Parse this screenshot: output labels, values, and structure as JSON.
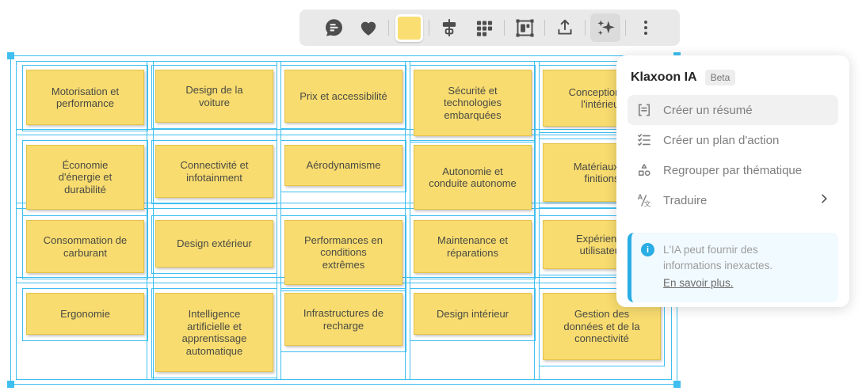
{
  "toolbar": {
    "buttons": [
      {
        "icon": "comments-icon"
      },
      {
        "icon": "like-heart-icon"
      },
      {
        "icon": "sticky-note-color-swatch",
        "selected_color": "#FADE71"
      },
      {
        "icon": "align-center-icon"
      },
      {
        "icon": "grid-arrange-icon"
      },
      {
        "icon": "frame-capture-icon"
      },
      {
        "icon": "export-upload-icon"
      },
      {
        "icon": "ai-sparkles-icon",
        "active": true
      },
      {
        "icon": "kebab-menu-icon"
      }
    ]
  },
  "canvas": {
    "notes": [
      "Motorisation et performance",
      "Design de la voiture",
      "Prix et accessibilité",
      "Sécurité et technologies embarquées",
      "Conception de l'intérieur",
      "Économie d'énergie et durabilité",
      "Connectivité et infotainment",
      "Aérodynamisme",
      "Autonomie et conduite autonome",
      "Matériaux et finitions",
      "Consommation de carburant",
      "Design extérieur",
      "Performances en conditions extrêmes",
      "Maintenance et réparations",
      "Expérience utilisateur",
      "Ergonomie",
      "Intelligence artificielle et apprentissage automatique",
      "Infrastructures de recharge",
      "Design intérieur",
      "Gestion des données et de la connectivité"
    ]
  },
  "ai_panel": {
    "title": "Klaxoon IA",
    "badge": "Beta",
    "items": [
      {
        "label": "Créer un résumé",
        "active": true
      },
      {
        "label": "Créer un plan d'action"
      },
      {
        "label": "Regrouper par thématique"
      },
      {
        "label": "Traduire",
        "has_submenu": true
      }
    ],
    "disclaimer": "L'IA peut fournir des informations inexactes.",
    "learn_more": "En savoir plus."
  },
  "colors": {
    "selection": "#3FBFF0",
    "note_fill": "#F8DC6F",
    "note_border": "#E3C34B",
    "toolbar_bg": "#E9E9E9",
    "ai_accent": "#29ADE4"
  }
}
